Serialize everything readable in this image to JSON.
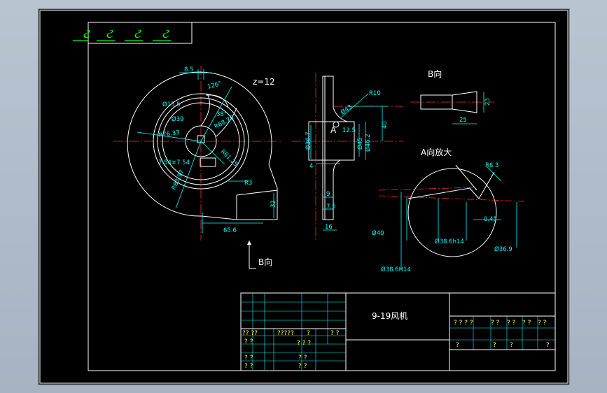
{
  "colors": {
    "background": "#a7b3c2",
    "sheet": "#000000",
    "outline": "#ffffff",
    "dimension": "#00ffff",
    "centerline": "#ff2a2a",
    "stamp": "#00ff00",
    "title_block_text": "#ffff33"
  },
  "drawing": {
    "title": "9-19风机",
    "z_label": "z=12",
    "view_b_title": "B向",
    "view_a_title": "A向放大",
    "arrow_b_label": "B向",
    "section_label_a": "A",
    "stamp_glyphs": [
      "ટ",
      "ટ",
      "ટ",
      "ટ"
    ]
  },
  "front_view_dims": [
    "8.5",
    "126°",
    "Ø15.5",
    "Ø39",
    "38°",
    "R68.75",
    "R76.33",
    "R61.25",
    "7.54×7.54",
    "R83.97",
    "R3",
    "32",
    "65.6"
  ],
  "side_view_dims": [
    "R10",
    "Ø43",
    "12.5",
    "40",
    "Ø36.7",
    "Ø45",
    "Ø46.2",
    "4",
    "9",
    "7.5",
    "16"
  ],
  "view_b_dims": [
    "23",
    "25"
  ],
  "view_a_dims": [
    "R6.3",
    "0.45",
    "Ø40",
    "Ø38.6h14",
    "Ø36.9",
    "Ø38.6H14"
  ],
  "title_block": {
    "left_rows": [
      [
        "?? ??",
        "?????",
        "?",
        "? ?"
      ],
      [
        "? ?",
        "",
        "? ? ?",
        ""
      ],
      [
        "? ?",
        "",
        "? ?",
        ""
      ],
      [
        "? ?",
        "",
        "? ?",
        ""
      ]
    ],
    "right_row1": [
      "? ? ? ?",
      "? ?",
      "? ?",
      "? ?",
      "? ?"
    ],
    "right_row2": [
      "?",
      "?",
      "?",
      "?"
    ]
  }
}
